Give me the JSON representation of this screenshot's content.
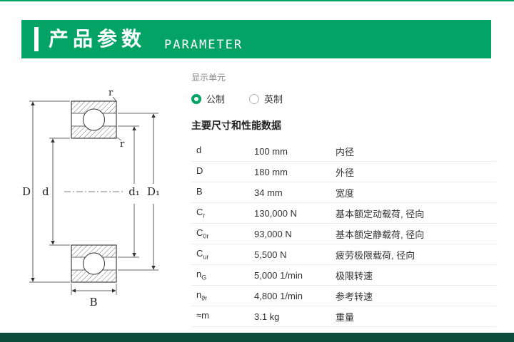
{
  "theme": {
    "accent": "#02a364",
    "footer": "#0b4c3a"
  },
  "header": {
    "title": "产品参数",
    "subtitle": "PARAMETER"
  },
  "diagram": {
    "labels": {
      "D": "D",
      "d": "d",
      "d1": "d₁",
      "D1": "D₁",
      "B": "B",
      "r_top": "r",
      "r_side": "r"
    }
  },
  "panel": {
    "unit_label": "显示单元",
    "units": [
      {
        "label": "公制",
        "selected": true
      },
      {
        "label": "英制",
        "selected": false
      }
    ],
    "section_title": "主要尺寸和性能数据",
    "rows": [
      {
        "symbol": "d",
        "sub": "",
        "value": "100 mm",
        "desc": "内径"
      },
      {
        "symbol": "D",
        "sub": "",
        "value": "180 mm",
        "desc": "外径"
      },
      {
        "symbol": "B",
        "sub": "",
        "value": "34 mm",
        "desc": "宽度"
      },
      {
        "symbol": "C",
        "sub": "r",
        "value": "130,000 N",
        "desc": "基本额定动载荷, 径向"
      },
      {
        "symbol": "C",
        "sub": "0r",
        "value": "93,000 N",
        "desc": "基本额定静载荷, 径向"
      },
      {
        "symbol": "C",
        "sub": "ur",
        "value": "5,500 N",
        "desc": "疲劳极限载荷, 径向"
      },
      {
        "symbol": "n",
        "sub": "G",
        "value": "5,000 1/min",
        "desc": "极限转速"
      },
      {
        "symbol": "n",
        "sub": "ϑr",
        "value": "4,800 1/min",
        "desc": "参考转速"
      },
      {
        "symbol": "≈m",
        "sub": "",
        "value": "3.1 kg",
        "desc": "重量"
      }
    ]
  }
}
